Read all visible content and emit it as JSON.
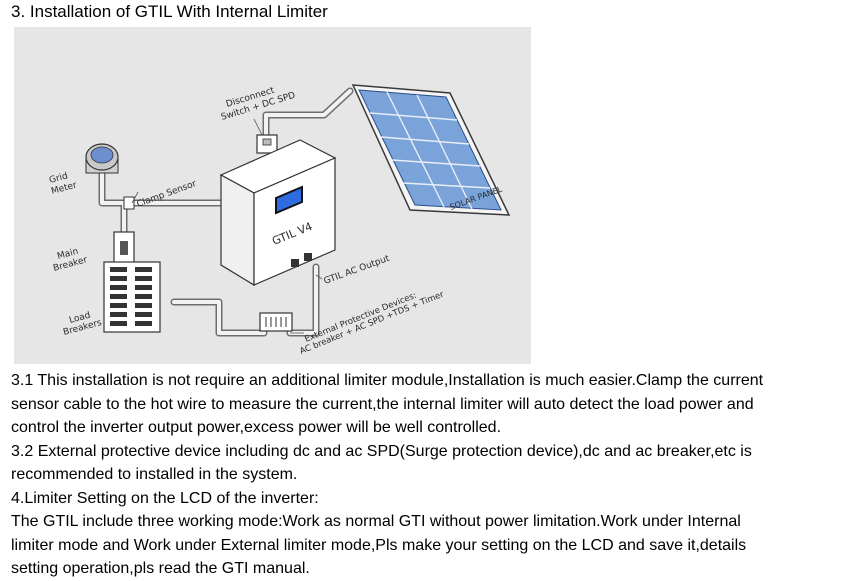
{
  "heading": "3. Installation of GTIL With Internal Limiter",
  "diagram": {
    "labels": {
      "disconnect_line1": "Disconnect",
      "disconnect_line2": "Switch + DC SPD",
      "solar_panel": "SOLAR PANEL",
      "grid_meter_line1": "Grid",
      "grid_meter_line2": "Meter",
      "clamp_sensor": "Clamp Sensor",
      "main_breaker_line1": "Main",
      "main_breaker_line2": "Breaker",
      "load_breakers_line1": "Load",
      "load_breakers_line2": "Breakers",
      "inverter": "GTIL V4",
      "ac_output": "GTIL AC Output",
      "external_devices_line1": "External Protective Devices:",
      "external_devices_line2": "AC breaker + AC SPD +TDS + Timer"
    }
  },
  "paragraphs": [
    "3.1 This installation is not require an additional limiter module,Installation is much easier.Clamp the current",
    "sensor cable to the hot wire to measure the current,the internal limiter will auto detect the load power and",
    "control the inverter output power,excess power will be well controlled.",
    "3.2 External protective device including dc and ac SPD(Surge protection device),dc and ac breaker,etc is",
    "recommended to installed in the system.",
    "4.Limiter Setting on the LCD of the inverter:",
    "The GTIL include three working mode:Work as normal GTI without power limitation.Work under Internal",
    "limiter mode and Work under External limiter mode,Pls make your setting on the LCD and save it,details",
    "setting operation,pls read the GTI manual."
  ]
}
